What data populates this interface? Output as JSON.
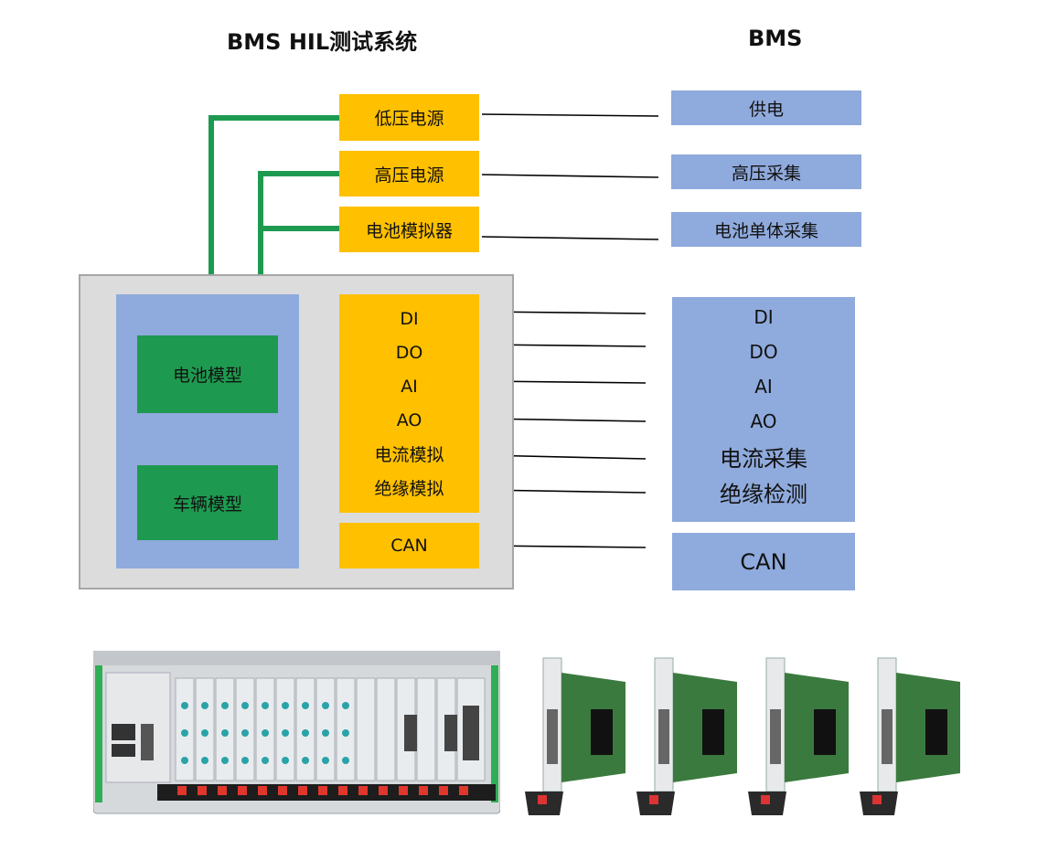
{
  "titles": {
    "left": "BMS HIL测试系统",
    "right": "BMS"
  },
  "hil": {
    "power_low": "低压电源",
    "power_high": "高压电源",
    "battery_simulator": "电池模拟器",
    "battery_model": "电池模型",
    "vehicle_model": "车辆模型",
    "io_signals": [
      "DI",
      "DO",
      "AI",
      "AO",
      "电流模拟",
      "绝缘模拟"
    ],
    "can": "CAN"
  },
  "bms": {
    "supply": "供电",
    "hv_acquisition": "高压采集",
    "cell_acquisition": "电池单体采集",
    "io_signals": [
      "DI",
      "DO",
      "AI",
      "AO",
      "电流采集",
      "绝缘检测"
    ],
    "can": "CAN"
  },
  "colors": {
    "hil_module": "#ffc000",
    "bms_module": "#8faadc",
    "model_block": "#1e9a50",
    "connector": "#1e9a50",
    "chassis_bg": "#dcdcdc",
    "signal_line": "#000000"
  },
  "icons": {
    "chassis_photo": "pxi-chassis-photo",
    "cards_photo": "pxi-card-photo"
  }
}
